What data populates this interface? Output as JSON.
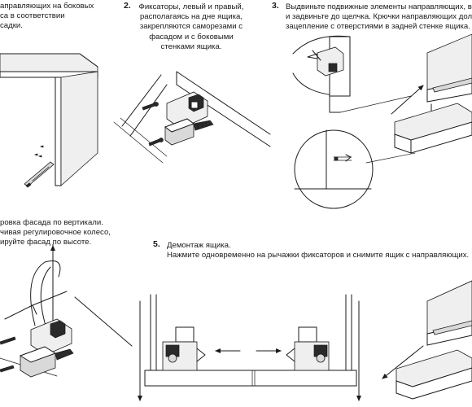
{
  "step1": {
    "lines": [
      "аправляющих на боковых",
      "са в соответствии",
      "садки."
    ]
  },
  "step2": {
    "number": "2.",
    "lines": [
      "Фиксаторы, левый и правый,",
      "располагаясь на дне ящика,",
      "закрепляются саморезами с",
      "фасадом и с боковыми",
      "стенками ящика."
    ]
  },
  "step3": {
    "number": "3.",
    "lines": [
      "Выдвиньте подвижные элементы направляющих, в",
      "и задвиньте до щелчка. Крючки направляющих дол",
      "зацепление с отверстиями в задней стенке ящика."
    ]
  },
  "step4": {
    "lines": [
      "ровка фасада по вертикали.",
      "чивая регулировочное колесо,",
      "ируйте фасад по высоте."
    ]
  },
  "step5": {
    "number": "5.",
    "lines": [
      "Демонтаж ящика.",
      "Нажмите одновременно на рычажки фиксаторов и снимите ящик с направляющих."
    ]
  }
}
